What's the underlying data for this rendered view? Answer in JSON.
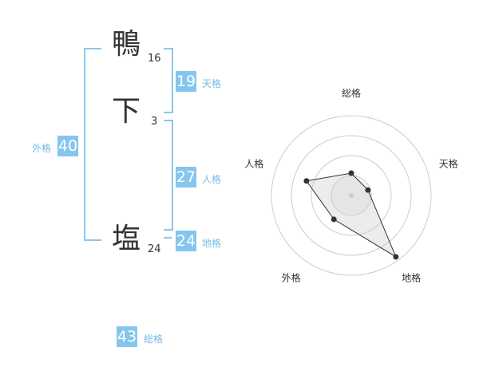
{
  "name": {
    "chars": [
      {
        "char": "鴨",
        "strokes": "16"
      },
      {
        "char": "下",
        "strokes": "3"
      },
      {
        "char": "塩",
        "strokes": "24"
      }
    ]
  },
  "scores": {
    "tenkaku": {
      "value": "19",
      "label": "天格"
    },
    "jinkaku": {
      "value": "27",
      "label": "人格"
    },
    "chikaku": {
      "value": "24",
      "label": "地格"
    },
    "gaikaku": {
      "value": "40",
      "label": "外格"
    },
    "soukaku": {
      "value": "43",
      "label": "総格"
    }
  },
  "colors": {
    "accent": "#85c6ee",
    "bracket": "#8cc7ea",
    "text": "#333333"
  },
  "chart_data": {
    "type": "radar",
    "axes": [
      "総格",
      "天格",
      "地格",
      "外格",
      "人格"
    ],
    "values": [
      0.28,
      0.22,
      0.95,
      0.37,
      0.59
    ],
    "range": [
      0,
      1
    ],
    "rings": 4
  }
}
